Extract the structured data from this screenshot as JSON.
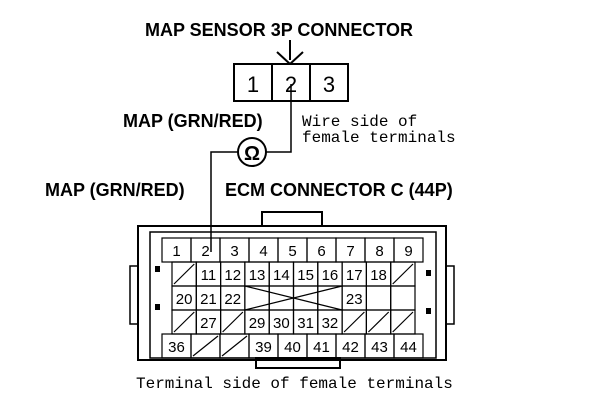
{
  "titles": {
    "map_connector": "MAP SENSOR 3P CONNECTOR",
    "map_wire_label": "MAP (GRN/RED)",
    "ecm_wire_label": "MAP (GRN/RED)",
    "ecm_connector": "ECM CONNECTOR C (44P)",
    "wire_side_line1": "Wire side of",
    "wire_side_line2": "female terminals",
    "terminal_side": "Terminal side of female terminals",
    "ohm_symbol": "Ω"
  },
  "map_connector_pins": [
    "1",
    "2",
    "3"
  ],
  "ecm_rows": [
    [
      "1",
      "2",
      "3",
      "4",
      "5",
      "6",
      "7",
      "8",
      "9"
    ],
    [
      "",
      "11",
      "12",
      "13",
      "14",
      "15",
      "16",
      "17",
      "18",
      ""
    ],
    [
      "20",
      "21",
      "22",
      "",
      "",
      "",
      "",
      "23",
      "",
      ""
    ],
    [
      "",
      "27",
      "",
      "29",
      "30",
      "31",
      "32",
      "",
      "",
      ""
    ],
    [
      "36",
      "",
      "",
      "39",
      "40",
      "41",
      "42",
      "43",
      "44"
    ]
  ],
  "colors": {
    "line": "#000000",
    "background": "#ffffff"
  }
}
